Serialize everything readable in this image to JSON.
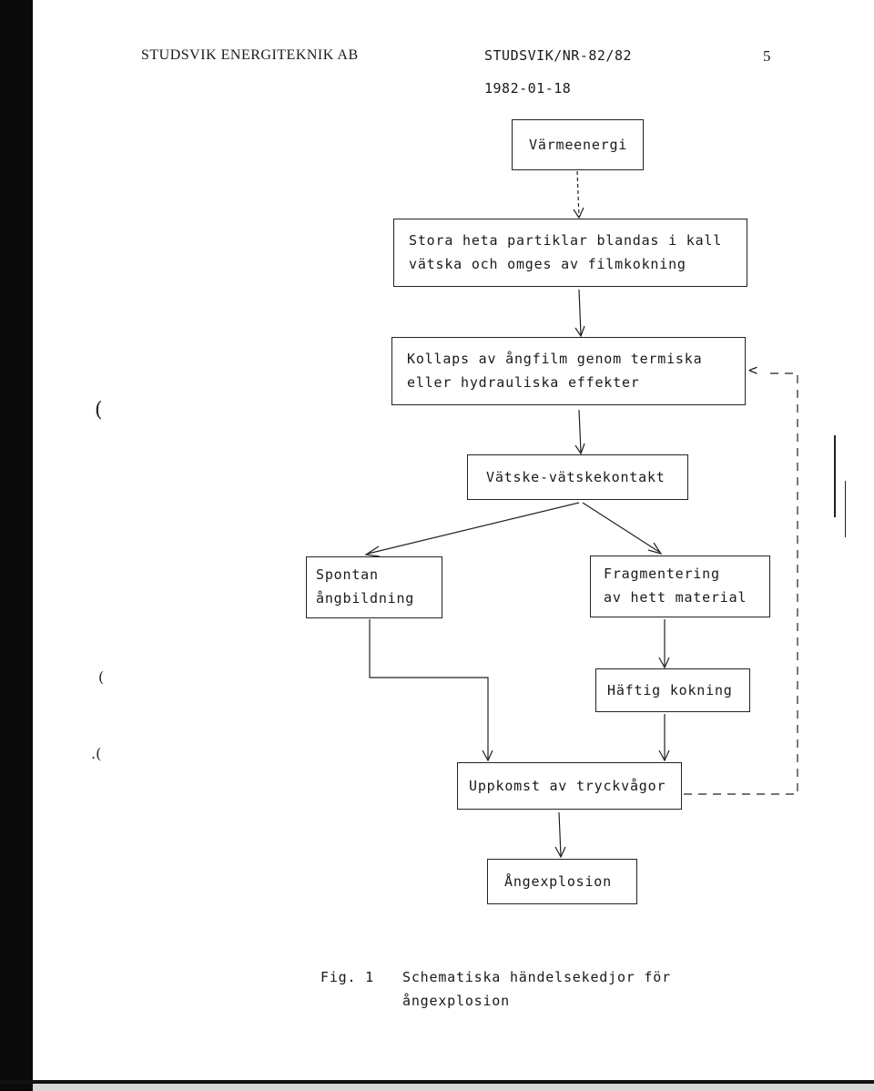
{
  "header": {
    "company": "STUDSVIK ENERGITEKNIK AB",
    "report_number": "STUDSVIK/NR-82/82",
    "page_number": "5",
    "date": "1982-01-18"
  },
  "flowchart": {
    "nodes": {
      "varmeenergi": [
        "Värmeenergi"
      ],
      "stora_partiklar": [
        "Stora heta partiklar blandas i kall",
        "vätska och omges av filmkokning"
      ],
      "kollaps": [
        "Kollaps av ångfilm genom termiska",
        "eller hydrauliska effekter"
      ],
      "vatske_kontakt": [
        "Vätske-vätskekontakt"
      ],
      "spontan": [
        "Spontan",
        "ångbildning"
      ],
      "fragmentering": [
        "Fragmentering",
        "av hett material"
      ],
      "haftig_kokning": [
        "Häftig kokning"
      ],
      "uppkomst": [
        "Uppkomst av tryckvågor"
      ],
      "angexplosion": [
        "Ångexplosion"
      ]
    },
    "feedback_arrow_glyph": "<"
  },
  "caption": {
    "label": "Fig. 1",
    "lines": [
      "Schematiska händelsekedjor för",
      "ångexplosion"
    ]
  }
}
